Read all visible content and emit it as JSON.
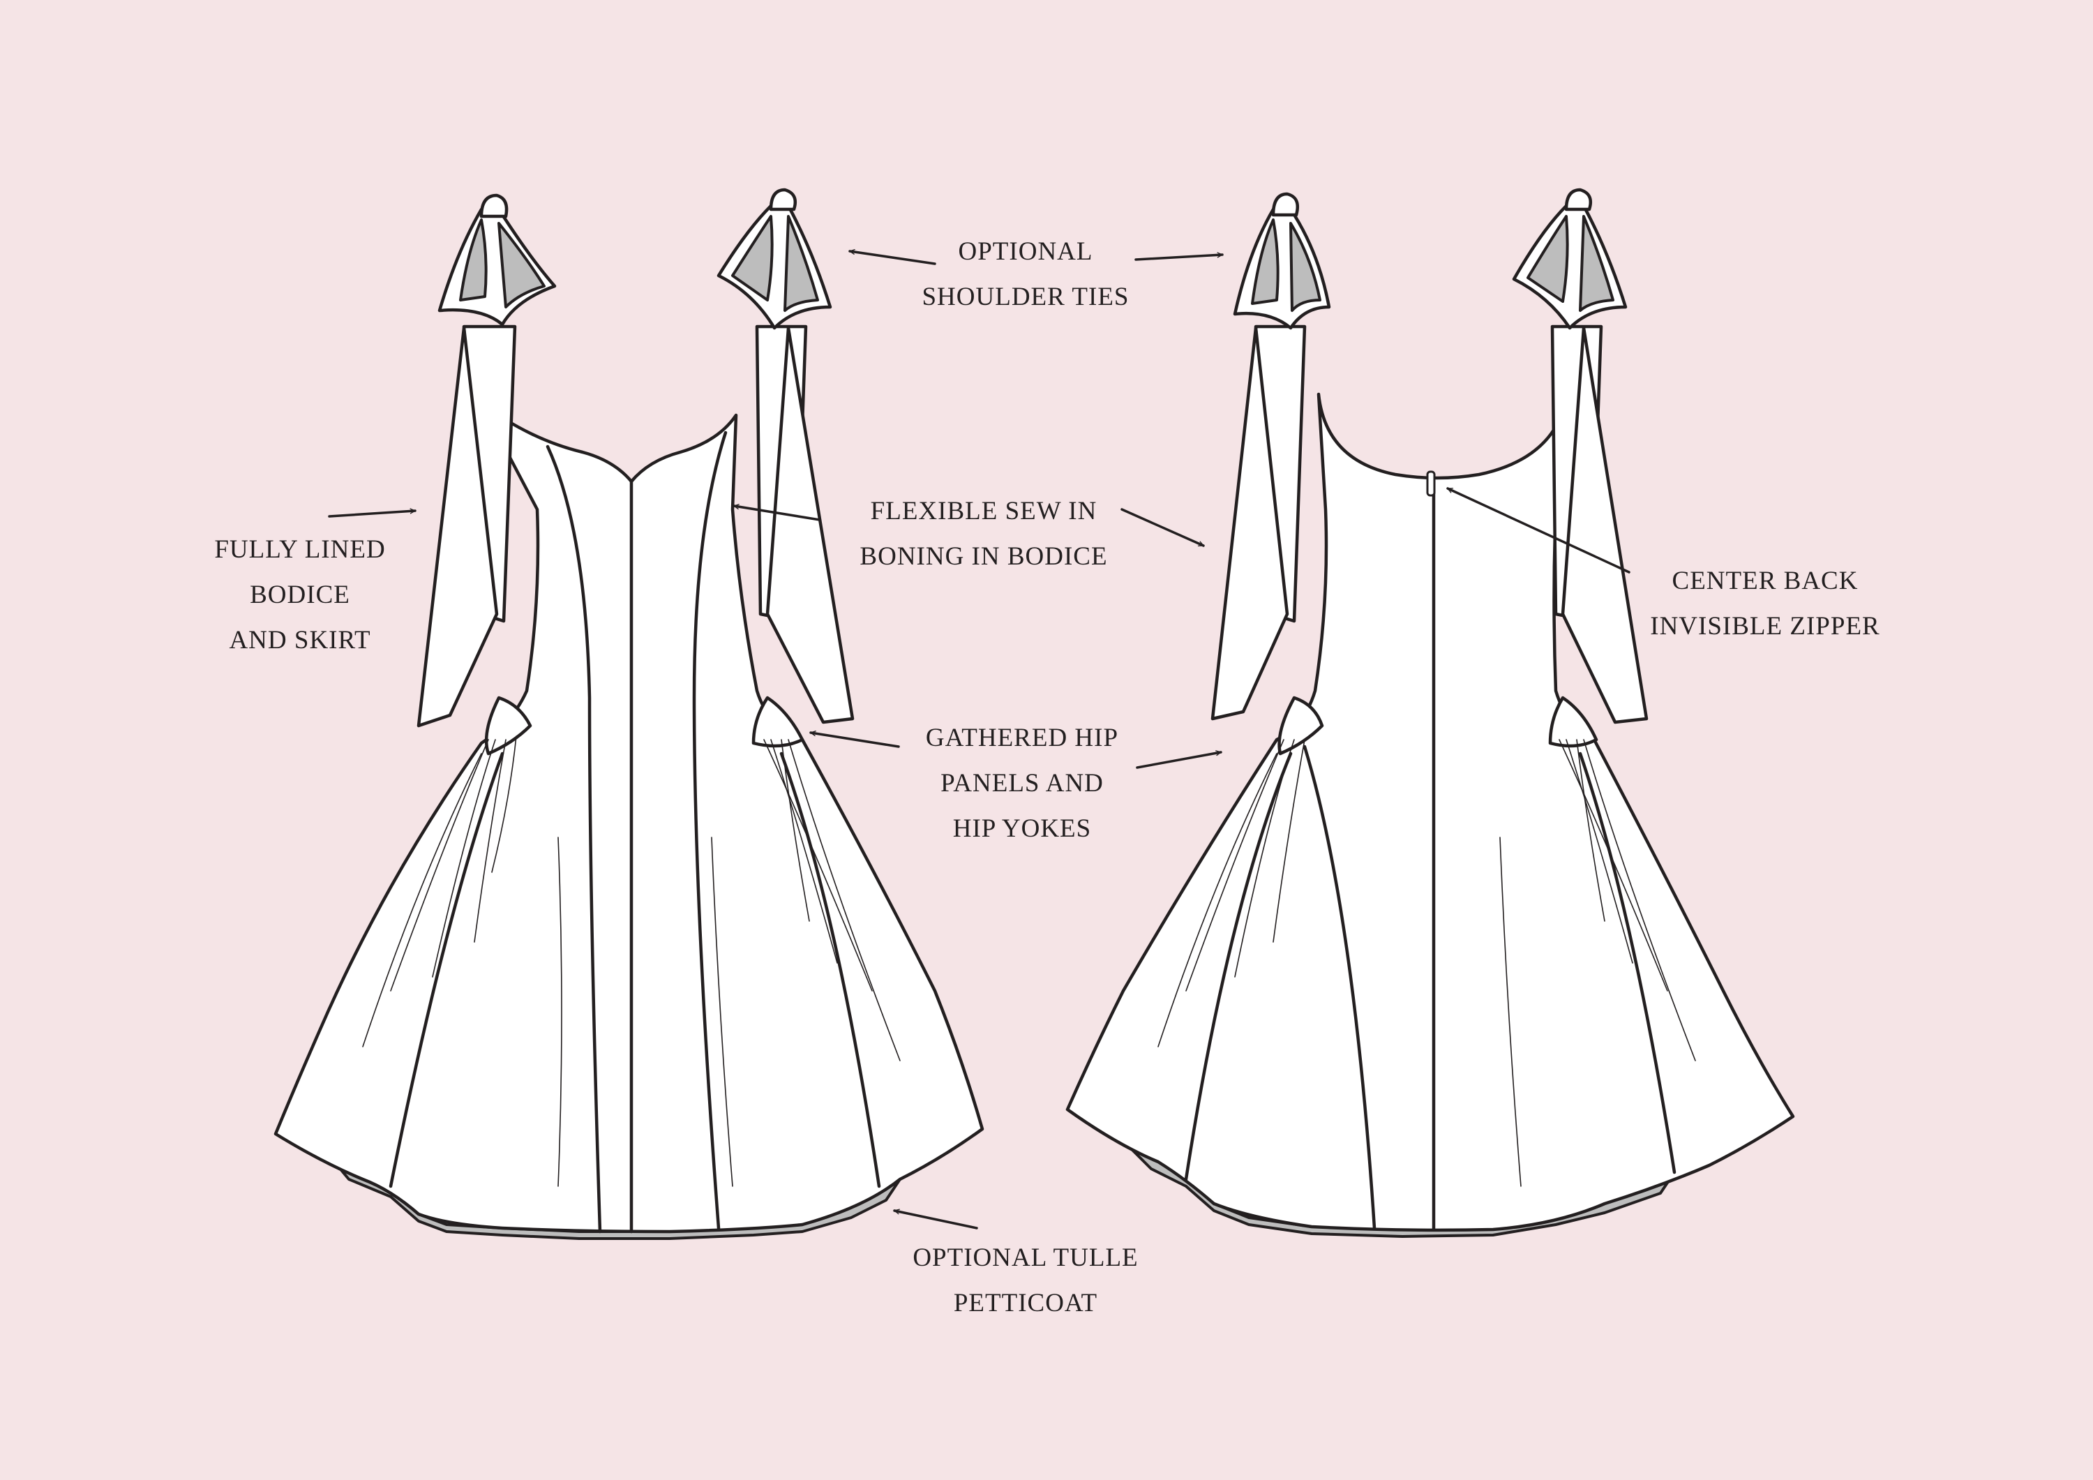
{
  "colors": {
    "background": "#f5e4e6",
    "ink": "#231f20",
    "fabric": "#ffffff",
    "lining": "#bdbdbd"
  },
  "callouts": {
    "shoulder_ties": {
      "line1": "OPTIONAL",
      "line2": "SHOULDER TIES"
    },
    "fully_lined": {
      "line1": "FULLY LINED",
      "line2": "BODICE",
      "line3": "AND SKIRT"
    },
    "boning": {
      "line1": "FLEXIBLE SEW IN",
      "line2": "BONING IN BODICE"
    },
    "zipper": {
      "line1": "CENTER BACK",
      "line2": "INVISIBLE ZIPPER"
    },
    "hip_panels": {
      "line1": "GATHERED HIP",
      "line2": "PANELS AND",
      "line3": "HIP YOKES"
    },
    "petticoat": {
      "line1": "OPTIONAL TULLE",
      "line2": "PETTICOAT"
    }
  },
  "views": [
    "front-view",
    "back-view"
  ]
}
